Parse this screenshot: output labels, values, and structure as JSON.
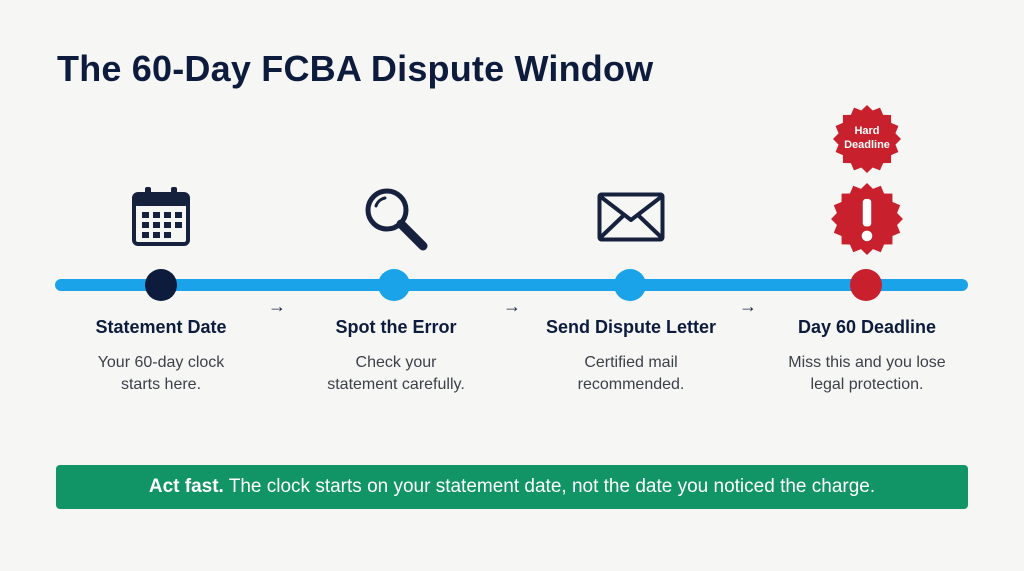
{
  "title": "The 60-Day FCBA Dispute Window",
  "colors": {
    "title": "#0d1b3d",
    "track": "#1aa3e8",
    "node_start": "#0d1b3d",
    "node_mid": "#1aa3e8",
    "deadline": "#c8202c",
    "banner": "#119466"
  },
  "steps": [
    {
      "title": "Statement Date",
      "desc_line1": "Your 60-day clock",
      "desc_line2": "starts here.",
      "icon": "calendar-icon"
    },
    {
      "title": "Spot the Error",
      "desc_line1": "Check your",
      "desc_line2": "statement carefully.",
      "icon": "magnifier-icon"
    },
    {
      "title": "Send Dispute Letter",
      "desc_line1": "Certified mail",
      "desc_line2": "recommended.",
      "icon": "envelope-icon"
    },
    {
      "title": "Day 60 Deadline",
      "desc_line1": "Miss this and you lose",
      "desc_line2": "legal protection.",
      "icon": "alert-badge-icon"
    }
  ],
  "badge": {
    "line1": "Hard",
    "line2": "Deadline"
  },
  "banner": {
    "bold": "Act fast.",
    "text": " The clock starts on your statement date, not the date you noticed the charge."
  }
}
